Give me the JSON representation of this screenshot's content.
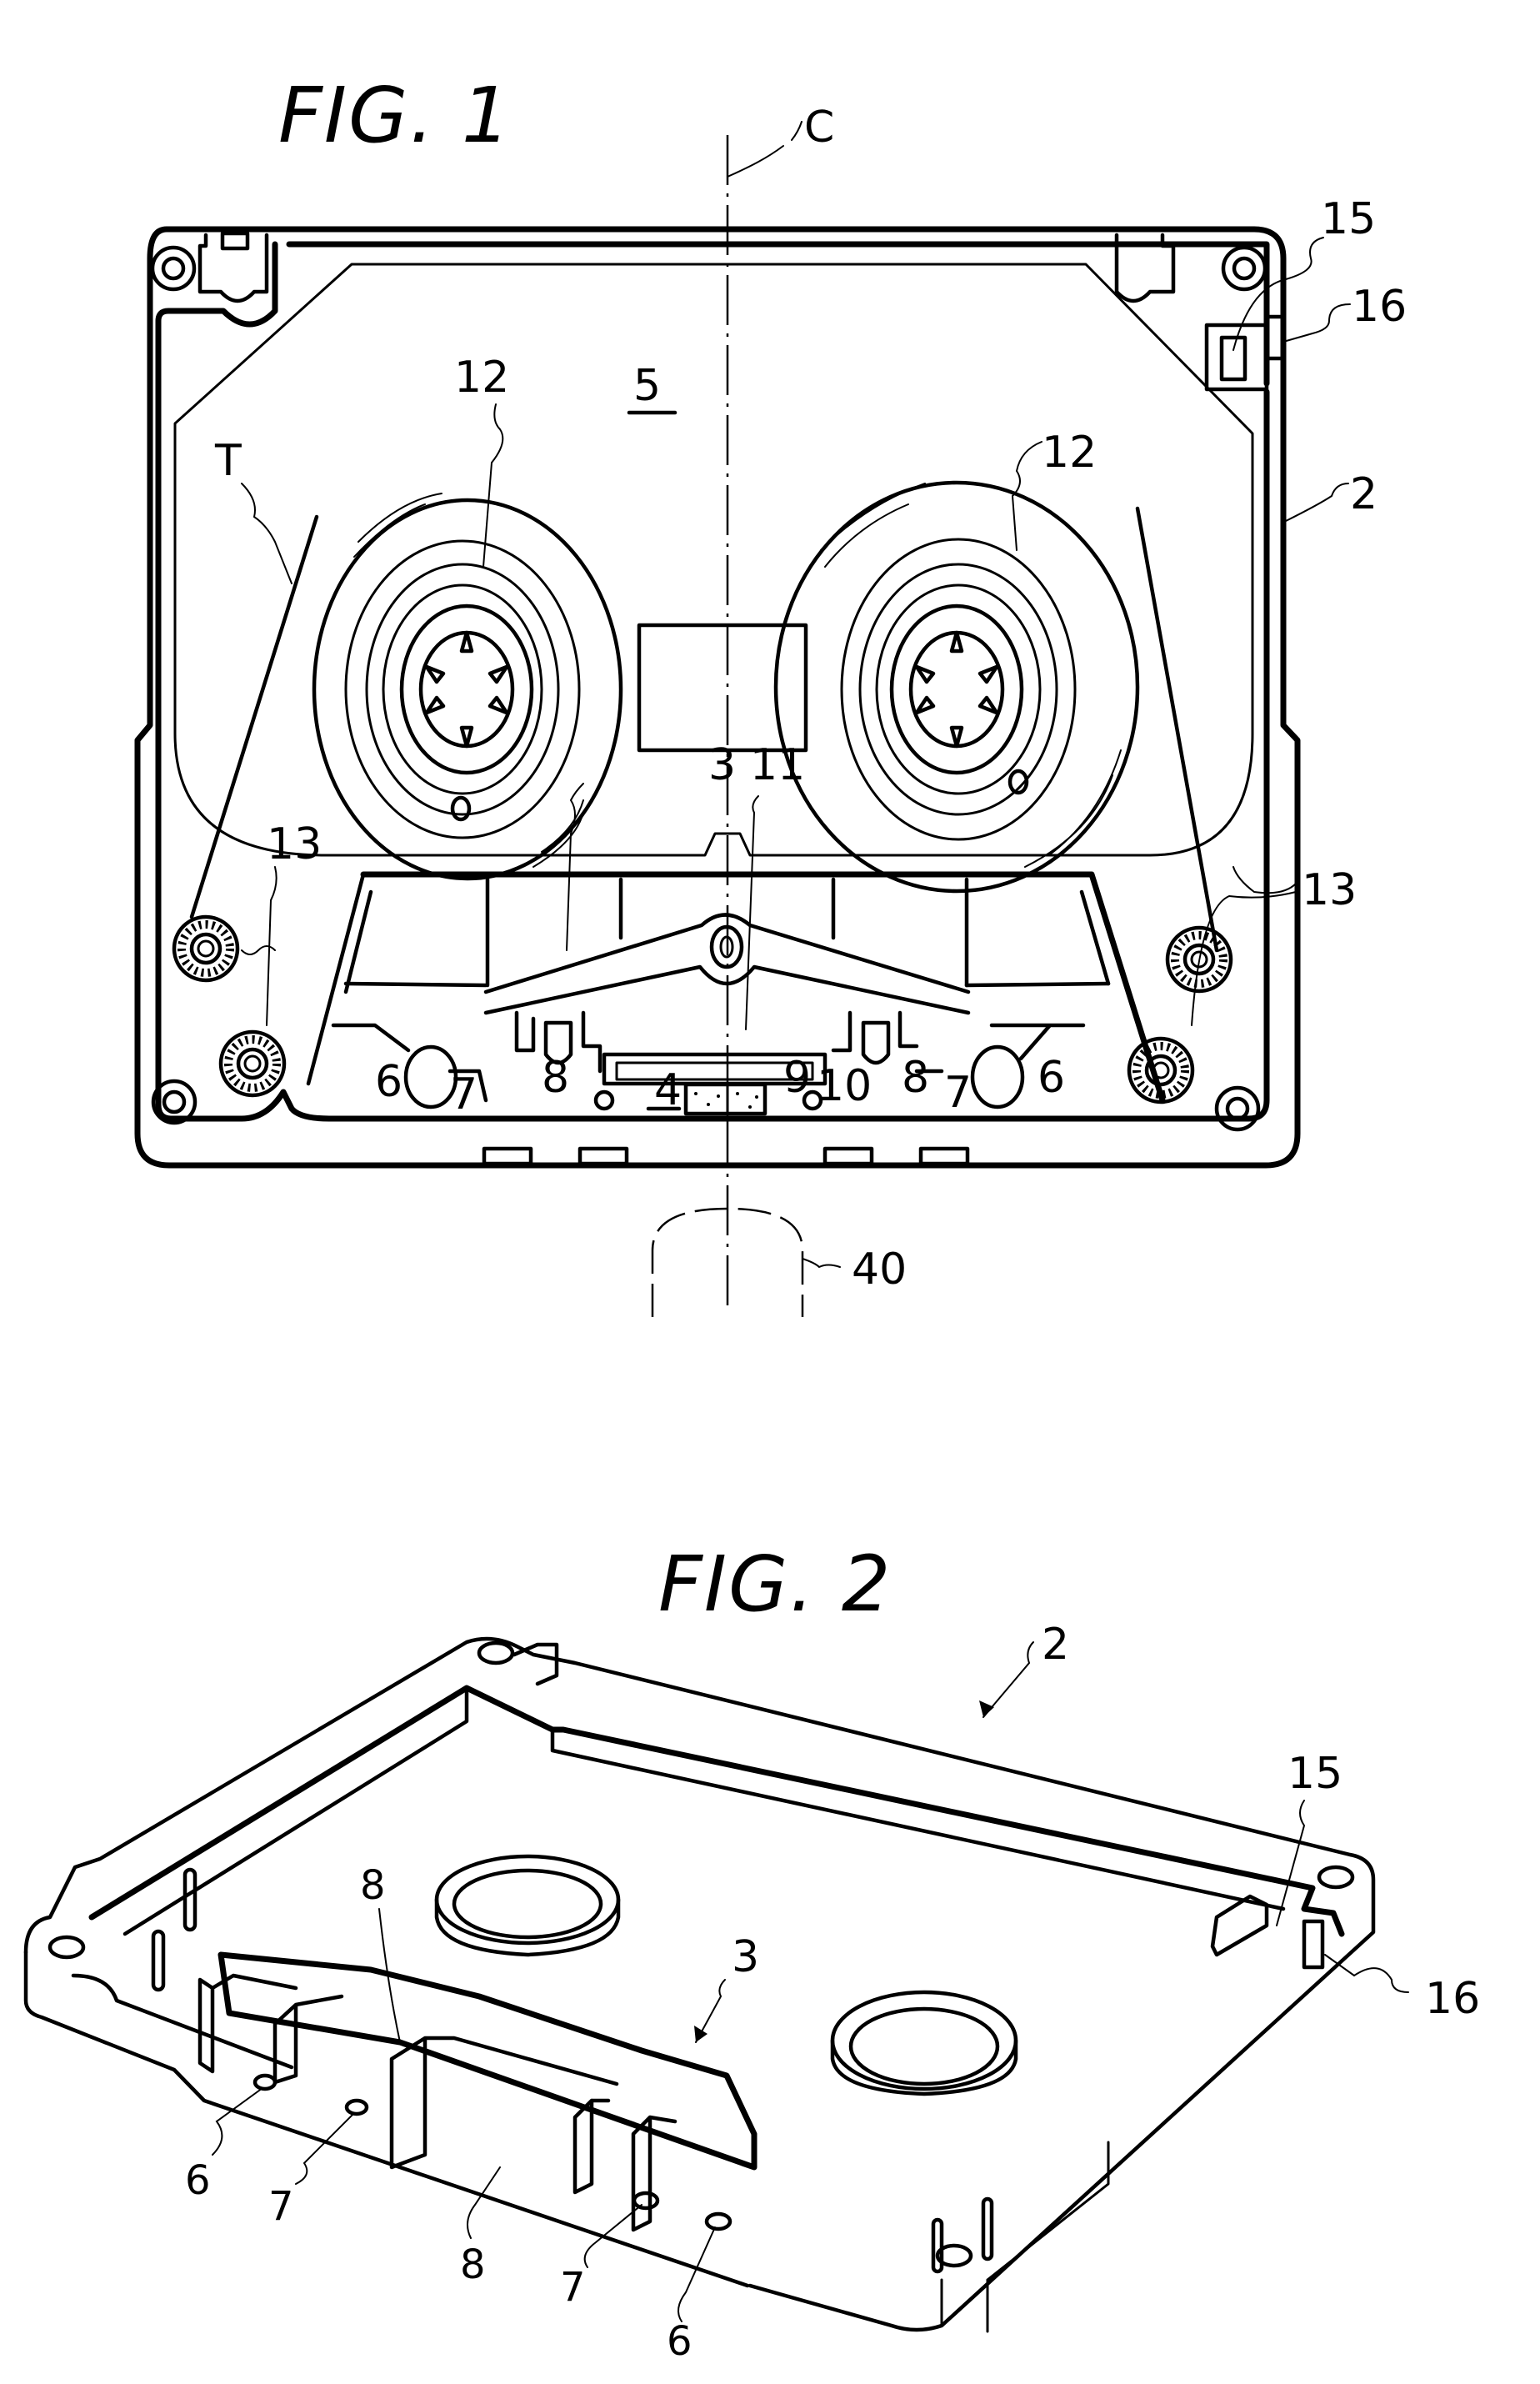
{
  "figures": [
    {
      "id": "fig1",
      "title": "FIG.  1",
      "view": "plan view of tape cassette",
      "labels": {
        "center_line": "C",
        "reel_left": "12",
        "reel_right": "12",
        "cassette_area": "5",
        "tape": "T",
        "write_protect": "15",
        "detection_hole": "16",
        "shell": "2",
        "front_part": "3",
        "pivot": "11",
        "guide_rollers_left": "13",
        "guide_rollers_right": "13",
        "roller_left": "6",
        "post_left": "7",
        "hole_left": "8",
        "opening": "4",
        "pad": "9",
        "pad_spring": "10",
        "hole_right": "8",
        "post_right": "7",
        "roller_right": "6",
        "head": "40"
      }
    },
    {
      "id": "fig2",
      "title": "FIG.  2",
      "view": "perspective view of lower shell half",
      "labels": {
        "shell": "2",
        "write_protect": "15",
        "detection_hole": "16",
        "front_part": "3",
        "hole_upper": "8",
        "roller_left": "6",
        "post_left": "7",
        "hole_lower": "8",
        "post_right": "7",
        "roller_right": "6"
      }
    }
  ]
}
